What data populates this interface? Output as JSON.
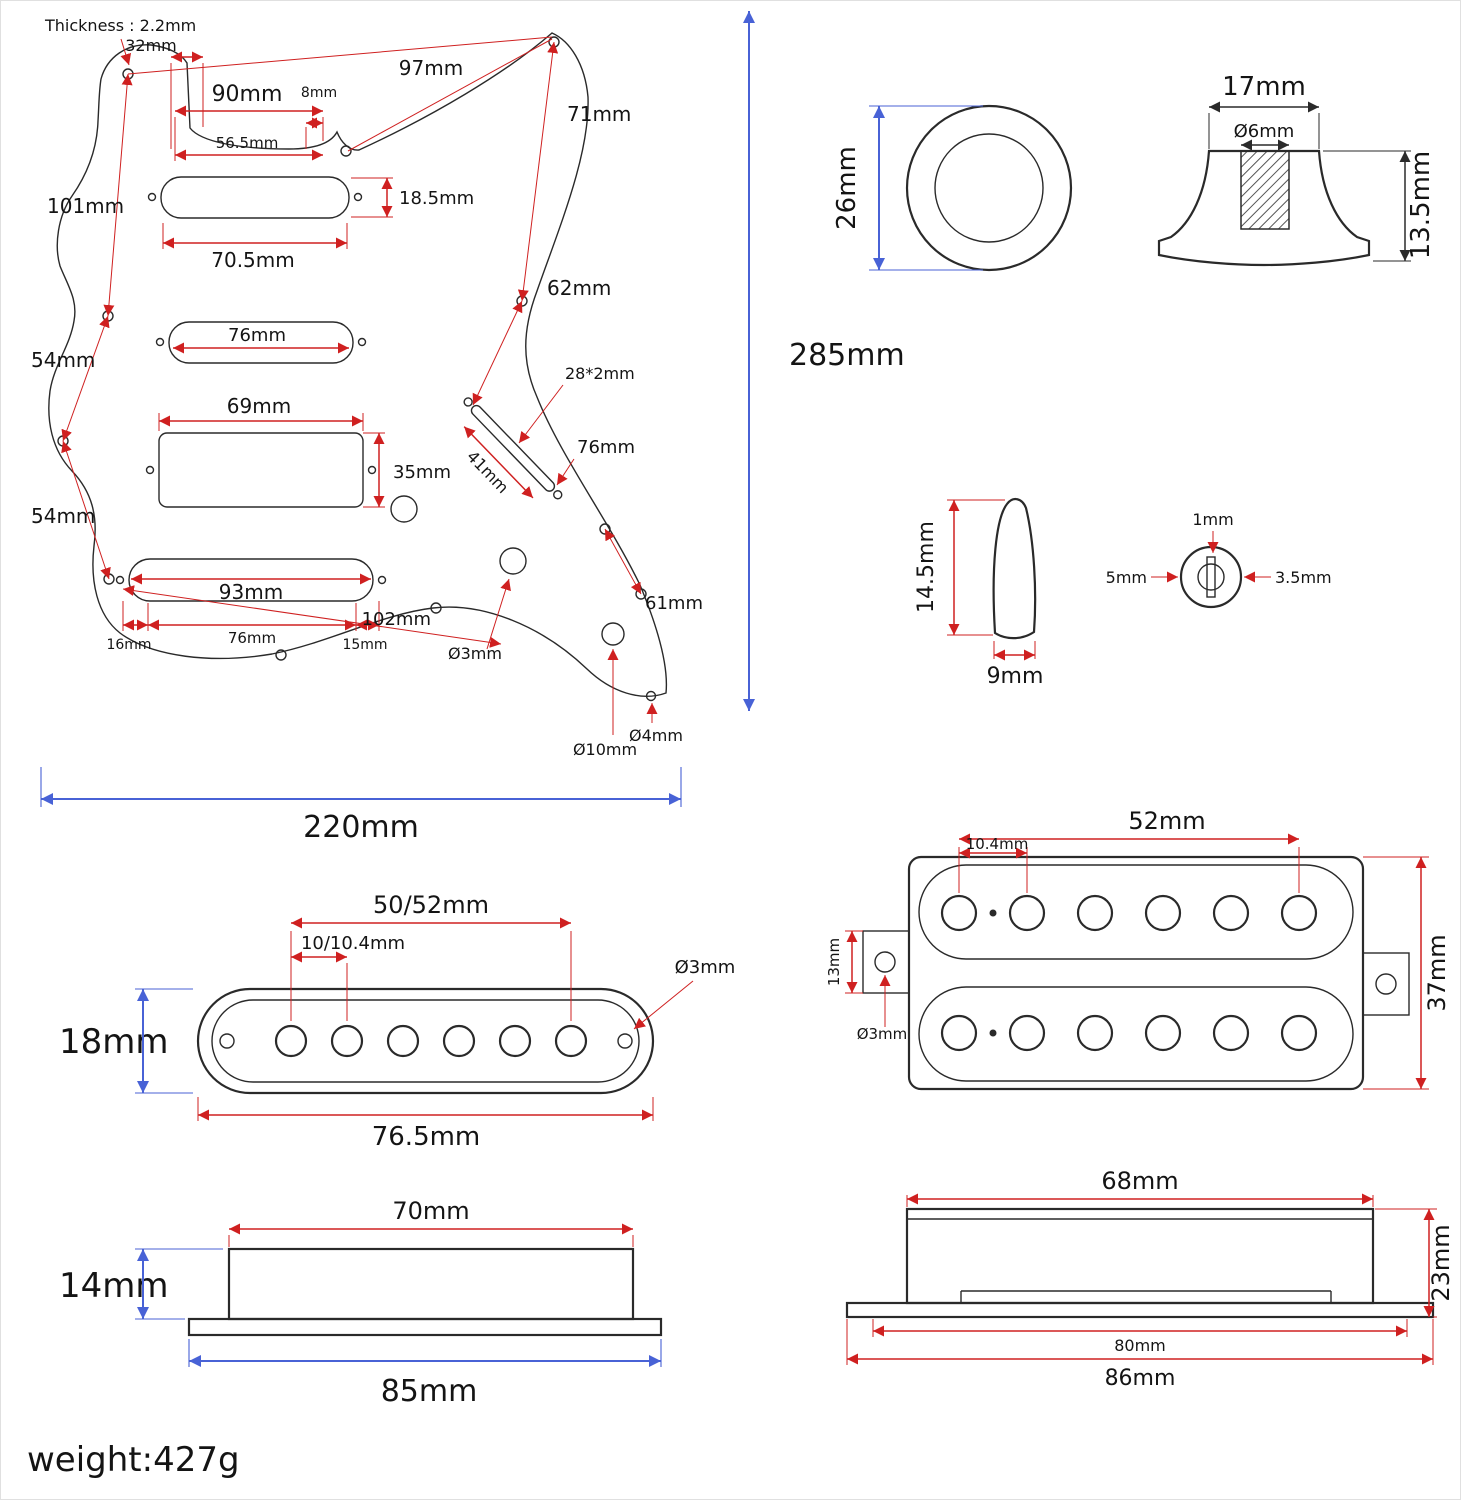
{
  "colors": {
    "dim_red": "#cf2020",
    "dim_blue": "#4862d6",
    "line_dark": "#2a2a2a"
  },
  "pickguard": {
    "thickness": "Thickness : 2.2mm",
    "d32": "32mm",
    "d90": "90mm",
    "d8": "8mm",
    "d56_5": "56.5mm",
    "d97": "97mm",
    "d71": "71mm",
    "d101": "101mm",
    "d18_5": "18.5mm",
    "d70_5": "70.5mm",
    "d62": "62mm",
    "d54_upper": "54mm",
    "d54_lower": "54mm",
    "d76_mid": "76mm",
    "d69": "69mm",
    "d35": "35mm",
    "d28x2": "28*2mm",
    "d41": "41mm",
    "d76_right": "76mm",
    "d93": "93mm",
    "d76_bridge": "76mm",
    "d16": "16mm",
    "d15": "15mm",
    "d102": "102mm",
    "d61": "61mm",
    "dia3": "Ø3mm",
    "dia10": "Ø10mm",
    "dia4": "Ø4mm",
    "width": "220mm",
    "height": "285mm"
  },
  "knob": {
    "d26": "26mm",
    "d17": "17mm",
    "dia6": "Ø6mm",
    "d13_5": "13.5mm"
  },
  "switch_tip": {
    "d14_5": "14.5mm",
    "d9": "9mm"
  },
  "ferrule": {
    "d1": "1mm",
    "d5": "5mm",
    "d3_5": "3.5mm"
  },
  "single_coil_top": {
    "d50_52": "50/52mm",
    "d10_10_4": "10/10.4mm",
    "dia3": "Ø3mm",
    "d18": "18mm",
    "d76_5": "76.5mm"
  },
  "humbucker_top": {
    "d52": "52mm",
    "d10_4": "10.4mm",
    "d13": "13mm",
    "dia3": "Ø3mm",
    "d37": "37mm"
  },
  "single_coil_side": {
    "d70": "70mm",
    "d14": "14mm",
    "d85": "85mm"
  },
  "humbucker_side": {
    "d68": "68mm",
    "d23": "23mm",
    "d80": "80mm",
    "d86": "86mm"
  },
  "footer": {
    "weight": "weight:427g"
  }
}
